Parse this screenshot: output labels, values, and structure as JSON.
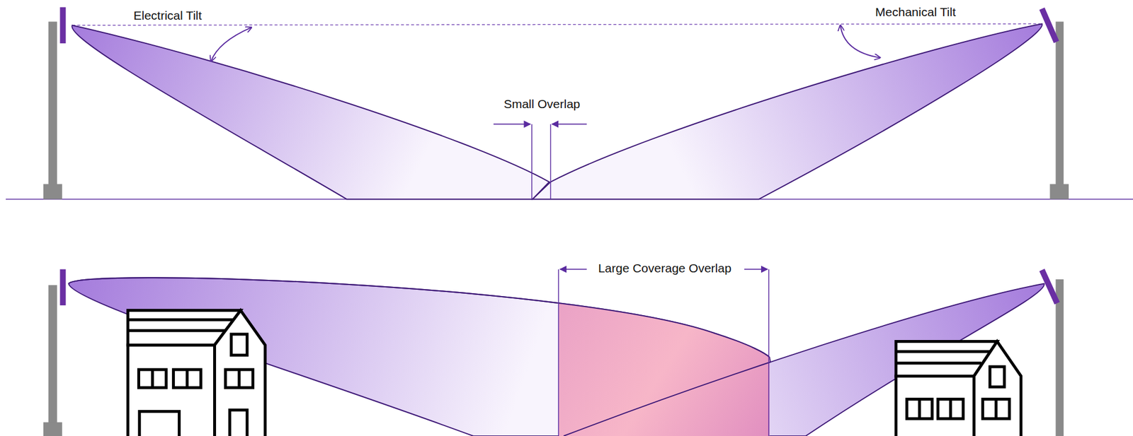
{
  "diagram": {
    "labels": [
      "Electrical Tilt",
      "Mechanical Tilt",
      "Small Overlap",
      "Large Coverage Overlap"
    ]
  }
}
